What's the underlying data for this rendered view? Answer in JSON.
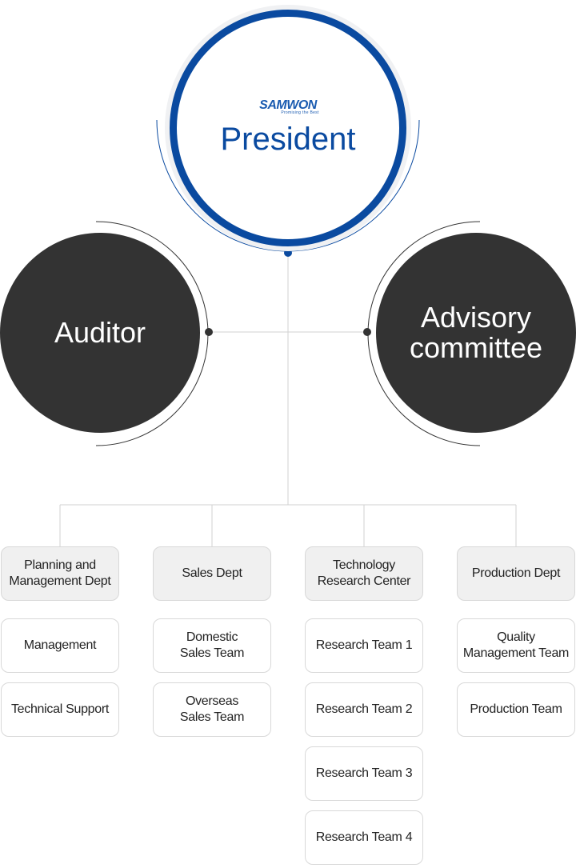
{
  "president": {
    "logo_text": "SAMWON",
    "logo_tagline": "Promising the Best",
    "title": "President"
  },
  "auditor": {
    "label": "Auditor"
  },
  "advisory": {
    "label": "Advisory\ncommittee"
  },
  "departments": [
    {
      "name": "Planning and\nManagement Dept",
      "teams": [
        "Management",
        "Technical Support"
      ]
    },
    {
      "name": "Sales Dept",
      "teams": [
        "Domestic\nSales Team",
        "Overseas\nSales Team"
      ]
    },
    {
      "name": "Technology\nResearch Center",
      "teams": [
        "Research Team 1",
        "Research Team 2",
        "Research Team 3",
        "Research Team 4"
      ]
    },
    {
      "name": "Production Dept",
      "teams": [
        "Quality\nManagement Team",
        "Production Team"
      ]
    }
  ],
  "colors": {
    "president_blue": "#0a4aa0",
    "dark_circle": "#333333",
    "connector": "#d0d0d0"
  }
}
